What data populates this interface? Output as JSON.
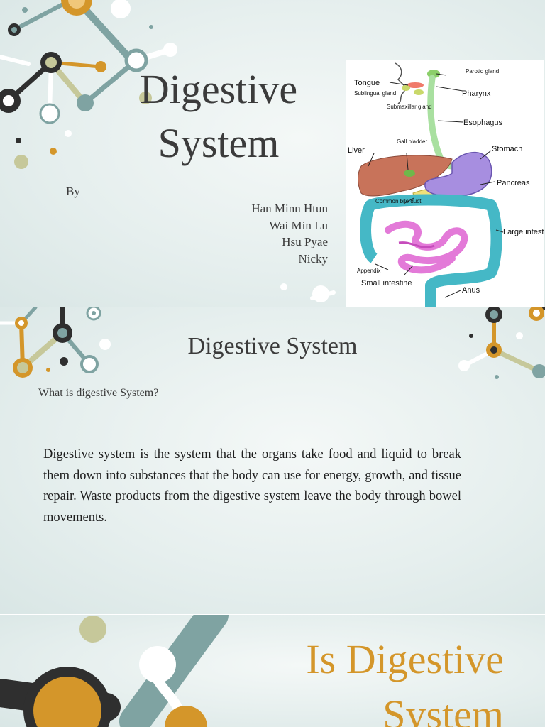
{
  "slide1": {
    "title": "Digestive System",
    "by_label": "By",
    "authors": [
      "Han Minn Htun",
      "Wai Min Lu",
      "Hsu Pyae",
      "Nicky"
    ],
    "diagram_labels": {
      "parotid_gland": "Parotid gland",
      "tongue": "Tongue",
      "pharynx": "Pharynx",
      "sublingual_gland": "Sublingual gland",
      "submaxillar_gland": "Submaxillar gland",
      "esophagus": "Esophagus",
      "gall_bladder": "Gall bladder",
      "liver": "Liver",
      "stomach": "Stomach",
      "pancreas": "Pancreas",
      "common_bile_duct": "Common bile duct",
      "large_intestine": "Large intestine",
      "appendix": "Appendix",
      "small_intestine": "Small intestine",
      "anus": "Anus"
    }
  },
  "slide2": {
    "title": "Digestive System",
    "question": "What is digestive System?",
    "body": "Digestive system is the system that the organs take food and liquid to break them down into substances that the body can use for energy, growth, and tissue repair. Waste products from the digestive system leave the body through bowel movements."
  },
  "slide3": {
    "title": "Is Digestive System"
  },
  "colors": {
    "background": "#e6efee",
    "text": "#3b3b3b",
    "accent_orange": "#d4962a",
    "accent_teal": "#7fa3a2",
    "accent_dark": "#2f2f2f",
    "accent_olive": "#c6c89a"
  }
}
